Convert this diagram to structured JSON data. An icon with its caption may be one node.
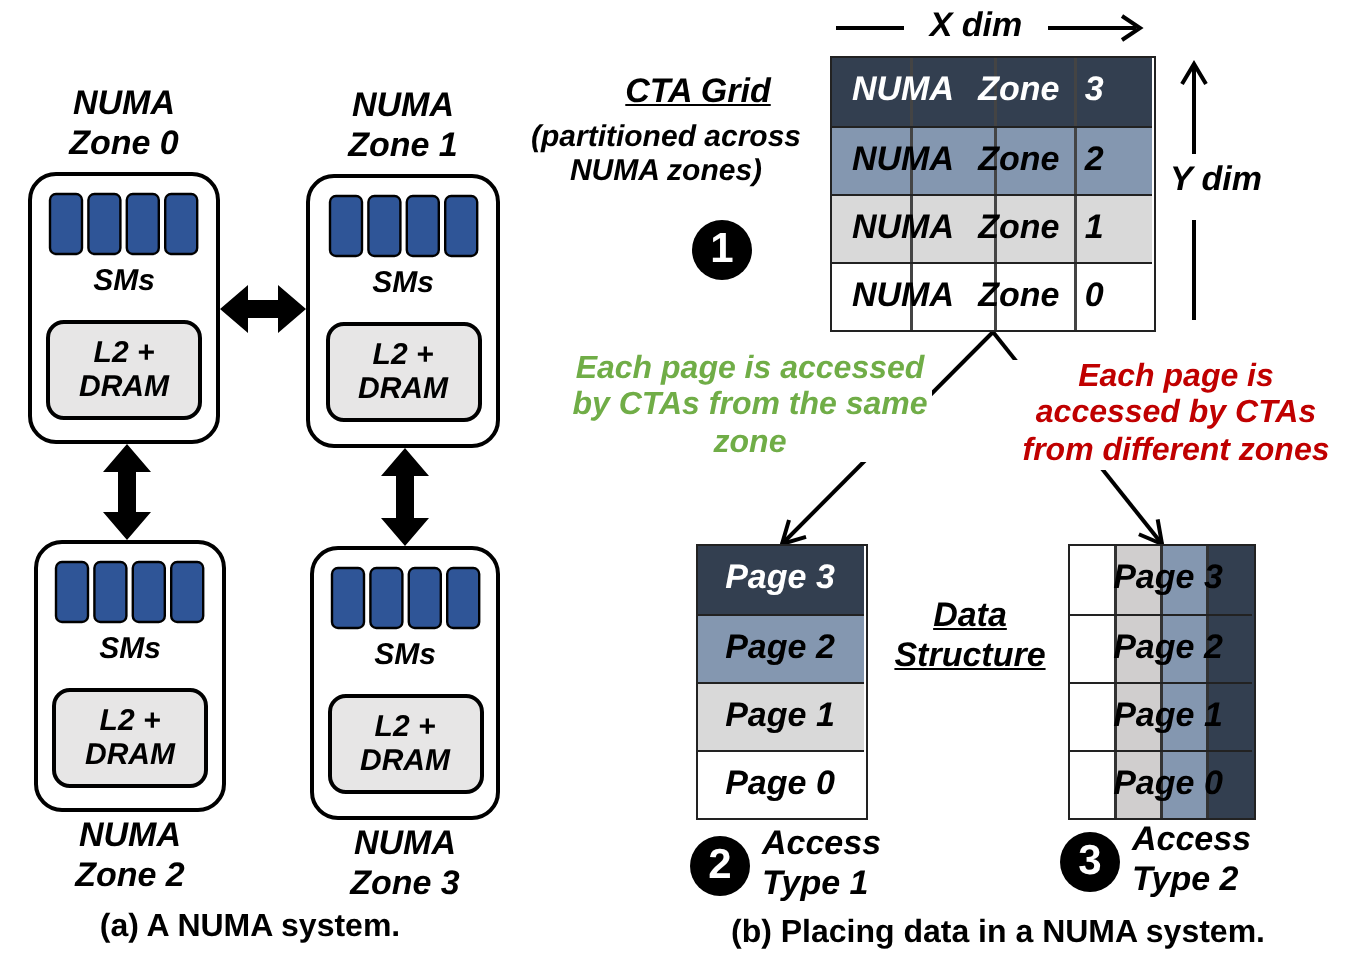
{
  "diagram": {
    "nodes": [
      {
        "text": [
          "NUMA Zone 0",
          "SMs"
        ]
      },
      {
        "text": [
          "L2 + DRAM"
        ],
        "in": 0
      },
      {
        "text": [
          "NUMA Zone 1",
          "SMs"
        ]
      },
      {
        "text": [
          "L2 + DRAM"
        ],
        "in": 2
      },
      {
        "text": [
          "SMs",
          "NUMA Zone 2"
        ]
      },
      {
        "text": [
          "L2 + DRAM"
        ],
        "in": 4
      },
      {
        "text": [
          "SMs",
          "NUMA Zone 3"
        ]
      },
      {
        "text": [
          "L2 + DRAM"
        ],
        "in": 6
      },
      {
        "text": [
          "CTA Grid",
          "(partitioned across NUMA zones)"
        ],
        "beside": [
          "1"
        ]
      },
      {
        "text": [
          "NUMA Zone 3"
        ],
        "in": 8
      },
      {
        "text": [
          "NUMA Zone 2"
        ],
        "in": 8
      },
      {
        "text": [
          "NUMA Zone 1"
        ],
        "in": 8
      },
      {
        "text": [
          "NUMA Zone 0"
        ],
        "in": 8
      },
      {
        "text": [
          "Access Type 1"
        ],
        "beside": [
          "2"
        ]
      },
      {
        "text": [
          "Page 3"
        ],
        "in": 13
      },
      {
        "text": [
          "Page 2"
        ],
        "in": 13
      },
      {
        "text": [
          "Page 1"
        ],
        "in": 13
      },
      {
        "text": [
          "Page 0"
        ],
        "in": 13
      },
      {
        "text": [
          "Access Type 2"
        ],
        "beside": [
          "3"
        ]
      },
      {
        "text": [
          "Page 3"
        ],
        "in": 18
      },
      {
        "text": [
          "Page 2"
        ],
        "in": 18
      },
      {
        "text": [
          "Page 1"
        ],
        "in": 18
      },
      {
        "text": [
          "Page 0"
        ],
        "in": 18
      }
    ],
    "edges": [
      {
        "from": 0,
        "to": 2,
        "arrow": "both",
        "style": "thick"
      },
      {
        "from": 0,
        "to": 4,
        "arrow": "both",
        "style": "thick"
      },
      {
        "from": 2,
        "to": 6,
        "arrow": "both",
        "style": "thick"
      },
      {
        "from": 8,
        "to": 13,
        "arrow": "to",
        "label": "Each page is accessed by CTAs from the same zone"
      },
      {
        "from": 8,
        "to": 18,
        "arrow": "to",
        "label": "Each page is accessed by CTAs from different zones"
      }
    ],
    "labels": [
      "X dim",
      "Y dim",
      "Data Structure",
      "(a) A NUMA system.",
      "(b) Placing data in a NUMA system."
    ]
  }
}
